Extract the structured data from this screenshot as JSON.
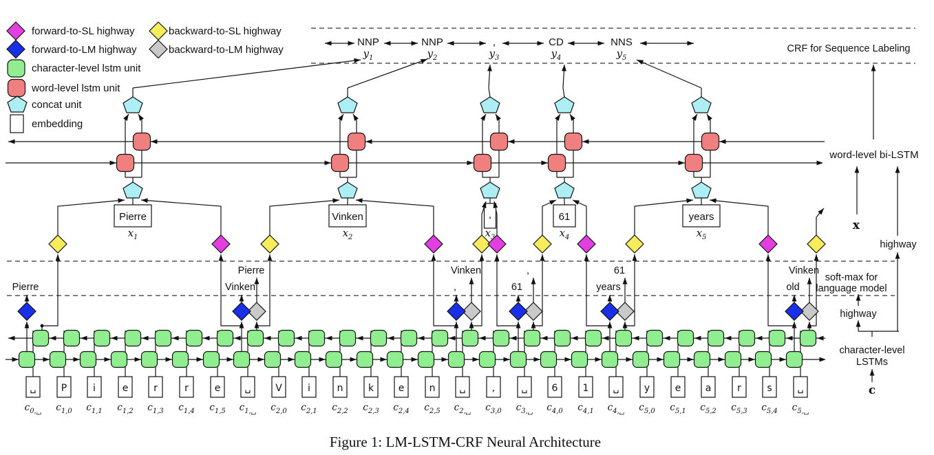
{
  "figure": {
    "caption": "Figure 1: LM-LSTM-CRF Neural Architecture"
  },
  "colors": {
    "magenta": "#E23EE0",
    "yellow": "#F7ED5C",
    "blue": "#1A2FE8",
    "gray": "#C9C9C9",
    "green": "#90EE90",
    "salmon": "#F08080",
    "cyan": "#ADEEF4",
    "white": "#FFFFFF"
  },
  "legend": {
    "items": [
      {
        "shape": "diamond",
        "color_key": "magenta",
        "label": "forward-to-SL highway"
      },
      {
        "shape": "diamond",
        "color_key": "yellow",
        "label": "backward-to-SL highway"
      },
      {
        "shape": "diamond",
        "color_key": "blue",
        "label": "forward-to-LM highway"
      },
      {
        "shape": "diamond",
        "color_key": "gray",
        "label": "backward-to-LM highway"
      },
      {
        "shape": "rounded-square",
        "color_key": "green",
        "label": "character-level lstm unit"
      },
      {
        "shape": "rounded-square",
        "color_key": "salmon",
        "label": "word-level lstm unit"
      },
      {
        "shape": "pentagon",
        "color_key": "cyan",
        "label": "concat unit"
      },
      {
        "shape": "rect",
        "color_key": "white",
        "label": "embedding"
      }
    ]
  },
  "crf_band": {
    "title": "CRF for Sequence Labeling",
    "y_var": "y",
    "tags": [
      {
        "tag": "NNP",
        "index": "1"
      },
      {
        "tag": "NNP",
        "index": "2"
      },
      {
        "tag": ",",
        "index": "3"
      },
      {
        "tag": "CD",
        "index": "4"
      },
      {
        "tag": "NNS",
        "index": "5"
      }
    ]
  },
  "right_panel": {
    "word_bilstm": "word-level bi-LSTM",
    "x_vector": "x",
    "highway_upper": "highway",
    "softmax_line1": "soft-max for",
    "softmax_line2": "language model",
    "highway_lower": "highway",
    "char_lstm_line1": "character-level",
    "char_lstm_line2": "LSTMs",
    "c_vector": "c"
  },
  "word_band": {
    "x_var": "x",
    "words": [
      {
        "text": "Pierre",
        "index": "1"
      },
      {
        "text": "Vinken",
        "index": "2"
      },
      {
        "text": ",",
        "index": "3"
      },
      {
        "text": "61",
        "index": "4"
      },
      {
        "text": "years",
        "index": "5"
      }
    ]
  },
  "lm_band": {
    "predictions": [
      {
        "forward": "Pierre",
        "backward": null
      },
      {
        "forward": "Vinken",
        "backward": "Pierre"
      },
      {
        "forward": ",",
        "backward": "Vinken"
      },
      {
        "forward": "61",
        "backward": ","
      },
      {
        "forward": "years",
        "backward": "61"
      },
      {
        "forward": "old",
        "backward": "Vinken"
      }
    ]
  },
  "char_band": {
    "c_var": "c",
    "characters": [
      {
        "ch": "␣",
        "sub": "0,␣"
      },
      {
        "ch": "P",
        "sub": "1,0"
      },
      {
        "ch": "i",
        "sub": "1,1"
      },
      {
        "ch": "e",
        "sub": "1,2"
      },
      {
        "ch": "r",
        "sub": "1,3"
      },
      {
        "ch": "r",
        "sub": "1,4"
      },
      {
        "ch": "e",
        "sub": "1,5"
      },
      {
        "ch": "␣",
        "sub": "1,␣"
      },
      {
        "ch": "V",
        "sub": "2,0"
      },
      {
        "ch": "i",
        "sub": "2,1"
      },
      {
        "ch": "n",
        "sub": "2,2"
      },
      {
        "ch": "k",
        "sub": "2,3"
      },
      {
        "ch": "e",
        "sub": "2,4"
      },
      {
        "ch": "n",
        "sub": "2,5"
      },
      {
        "ch": "␣",
        "sub": "2,␣"
      },
      {
        "ch": ",",
        "sub": "3,0"
      },
      {
        "ch": "␣",
        "sub": "3,␣"
      },
      {
        "ch": "6",
        "sub": "4,0"
      },
      {
        "ch": "1",
        "sub": "4,1"
      },
      {
        "ch": "␣",
        "sub": "4,␣"
      },
      {
        "ch": "y",
        "sub": "5,0"
      },
      {
        "ch": "e",
        "sub": "5,1"
      },
      {
        "ch": "a",
        "sub": "5,2"
      },
      {
        "ch": "r",
        "sub": "5,3"
      },
      {
        "ch": "s",
        "sub": "5,4"
      },
      {
        "ch": "␣",
        "sub": "5,␣"
      }
    ]
  }
}
